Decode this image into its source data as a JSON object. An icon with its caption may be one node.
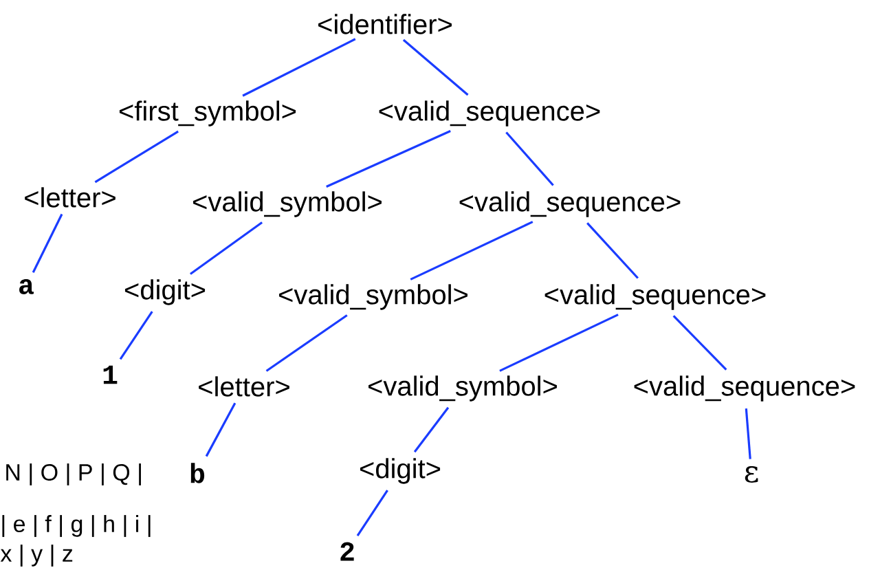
{
  "diagram": {
    "nodes": [
      {
        "text": [
          "<identifier>"
        ]
      },
      {
        "text": [
          "<first_symbol>"
        ]
      },
      {
        "text": [
          "<valid_sequence>"
        ]
      },
      {
        "text": [
          "<letter>"
        ]
      },
      {
        "text": [
          "<valid_symbol>"
        ]
      },
      {
        "text": [
          "<valid_sequence>"
        ]
      },
      {
        "text": [
          "a"
        ]
      },
      {
        "text": [
          "<digit>"
        ]
      },
      {
        "text": [
          "<valid_symbol>"
        ]
      },
      {
        "text": [
          "<valid_sequence>"
        ]
      },
      {
        "text": [
          "1"
        ]
      },
      {
        "text": [
          "<letter>"
        ]
      },
      {
        "text": [
          "<valid_symbol>"
        ]
      },
      {
        "text": [
          "<valid_sequence>"
        ]
      },
      {
        "text": [
          "b"
        ]
      },
      {
        "text": [
          "<digit>"
        ]
      },
      {
        "text": [
          "ε"
        ]
      },
      {
        "text": [
          "2"
        ]
      }
    ],
    "edges": [
      {
        "from": 0,
        "to": 1,
        "arrow": "none"
      },
      {
        "from": 0,
        "to": 2,
        "arrow": "none"
      },
      {
        "from": 1,
        "to": 3,
        "arrow": "none"
      },
      {
        "from": 2,
        "to": 4,
        "arrow": "none"
      },
      {
        "from": 2,
        "to": 5,
        "arrow": "none"
      },
      {
        "from": 3,
        "to": 6,
        "arrow": "none"
      },
      {
        "from": 4,
        "to": 7,
        "arrow": "none"
      },
      {
        "from": 5,
        "to": 8,
        "arrow": "none"
      },
      {
        "from": 5,
        "to": 9,
        "arrow": "none"
      },
      {
        "from": 7,
        "to": 10,
        "arrow": "none"
      },
      {
        "from": 8,
        "to": 11,
        "arrow": "none"
      },
      {
        "from": 9,
        "to": 12,
        "arrow": "none"
      },
      {
        "from": 9,
        "to": 13,
        "arrow": "none"
      },
      {
        "from": 11,
        "to": 14,
        "arrow": "none"
      },
      {
        "from": 12,
        "to": 15,
        "arrow": "none"
      },
      {
        "from": 13,
        "to": 16,
        "arrow": "none"
      },
      {
        "from": 15,
        "to": 17,
        "arrow": "none"
      }
    ],
    "labels": [
      "N | O | P | Q |",
      "| e | f | g | h | i |",
      "x | y | z"
    ]
  }
}
